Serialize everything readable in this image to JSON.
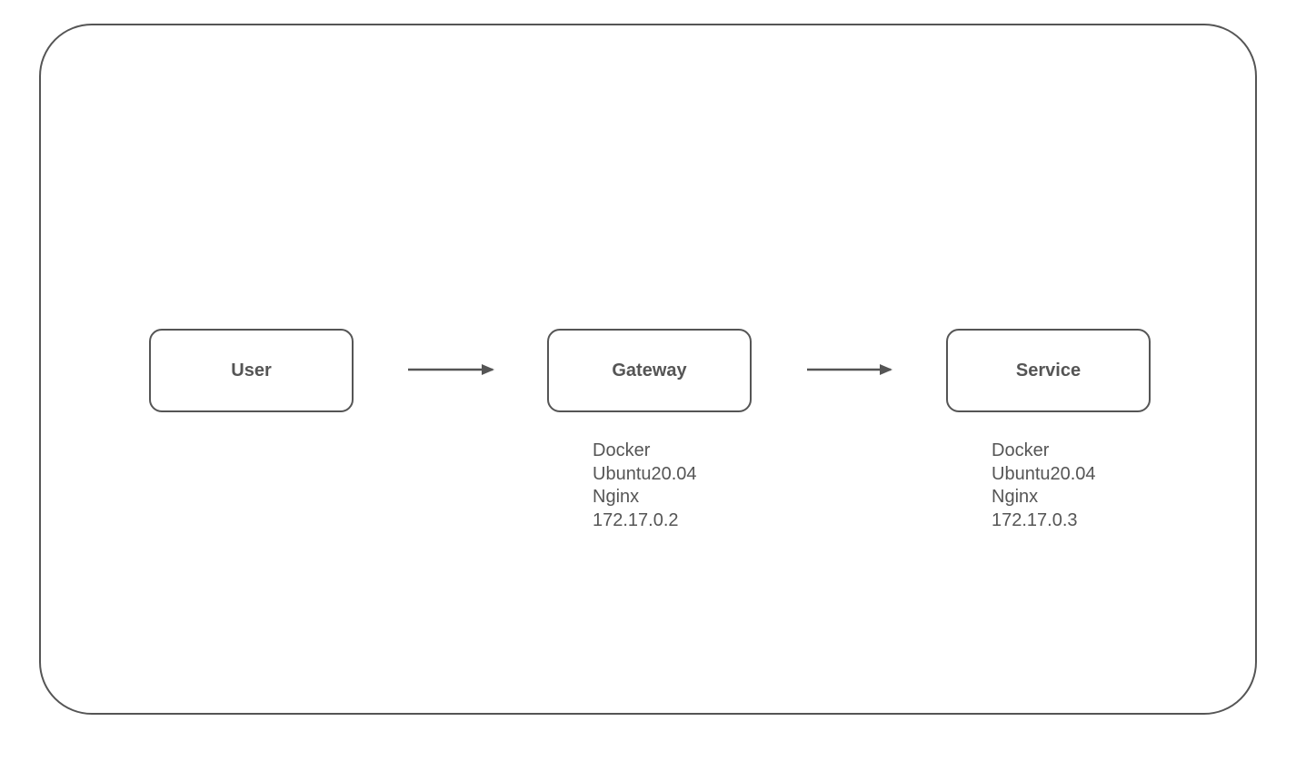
{
  "diagram": {
    "nodes": [
      {
        "id": "user",
        "label": "User"
      },
      {
        "id": "gateway",
        "label": "Gateway"
      },
      {
        "id": "service",
        "label": "Service"
      }
    ],
    "edges": [
      {
        "from": "user",
        "to": "gateway"
      },
      {
        "from": "gateway",
        "to": "service"
      }
    ],
    "details": {
      "gateway": [
        "Docker",
        "Ubuntu20.04",
        "Nginx",
        "172.17.0.2"
      ],
      "service": [
        "Docker",
        "Ubuntu20.04",
        "Nginx",
        "172.17.0.3"
      ]
    },
    "colors": {
      "stroke": "#555555",
      "text": "#555555",
      "background": "#ffffff"
    }
  }
}
